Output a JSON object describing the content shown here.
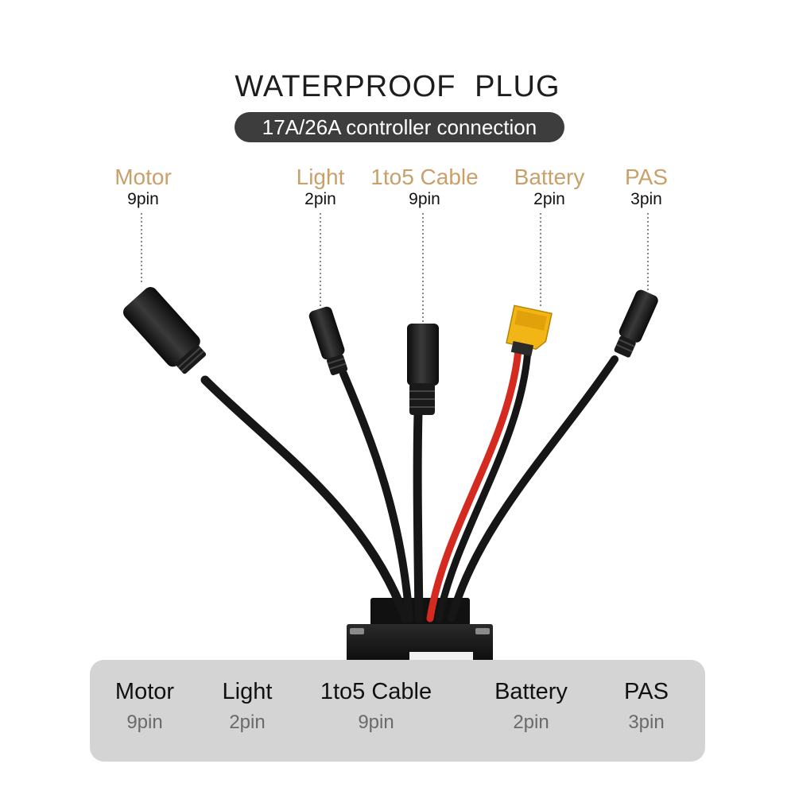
{
  "header": {
    "title": "WATERPROOF  PLUG",
    "subtitle": "17A/26A controller connection"
  },
  "connectors": [
    {
      "name": "Motor",
      "pins": "9pin"
    },
    {
      "name": "Light",
      "pins": "2pin"
    },
    {
      "name": "1to5 Cable",
      "pins": "9pin"
    },
    {
      "name": "Battery",
      "pins": "2pin"
    },
    {
      "name": "PAS",
      "pins": "3pin"
    }
  ],
  "legend": {
    "items": [
      {
        "name": "Motor",
        "pins": "9pin"
      },
      {
        "name": "Light",
        "pins": "2pin"
      },
      {
        "name": "1to5 Cable",
        "pins": "9pin"
      },
      {
        "name": "Battery",
        "pins": "2pin"
      },
      {
        "name": "PAS",
        "pins": "3pin"
      }
    ]
  },
  "colors": {
    "label_accent": "#c9a06a",
    "cable": "#161616",
    "battery_red": "#d42a20",
    "battery_connector": "#f2b516",
    "pill": "#3d3d3d",
    "panel": "#d4d4d4"
  }
}
